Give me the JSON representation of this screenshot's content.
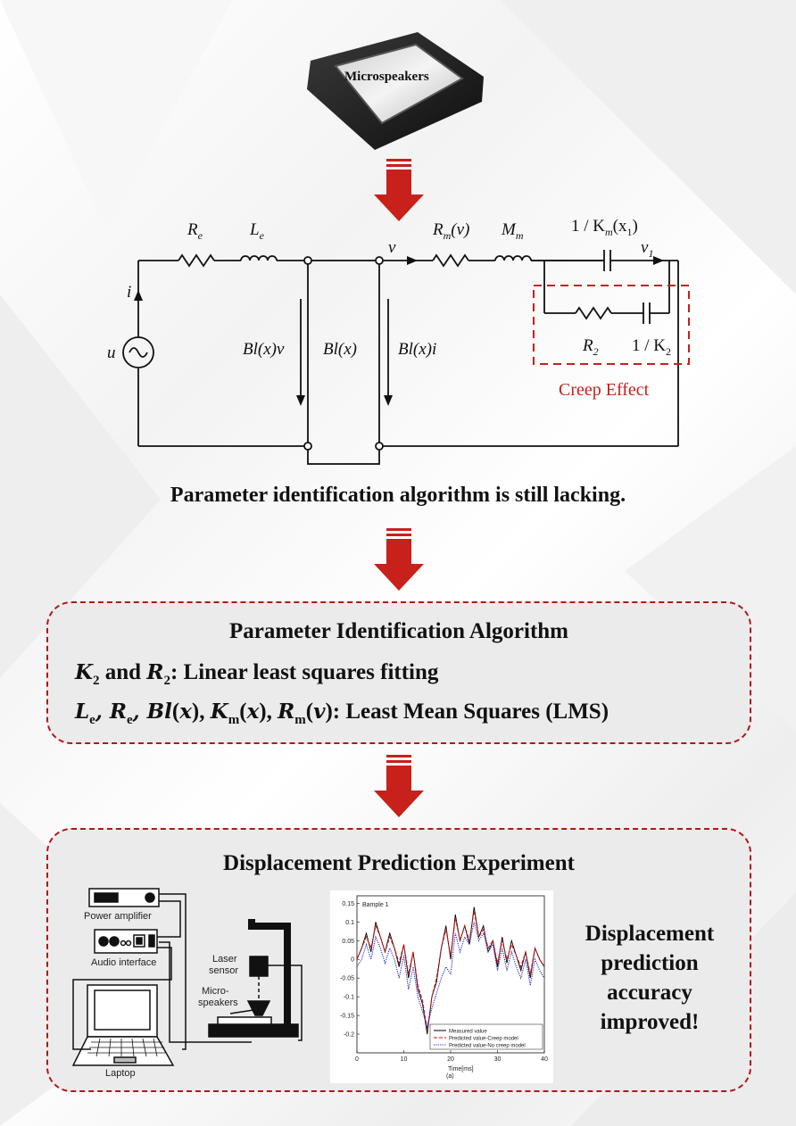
{
  "speaker_label": "Microspeakers",
  "circuit": {
    "labels": {
      "Re": "R",
      "Re_sub": "e",
      "Le": "L",
      "Le_sub": "e",
      "i": "i",
      "u": "u",
      "v": "v",
      "Blxv": "Bl(x)v",
      "Blx": "Bl(x)",
      "Blxi": "Bl(x)i",
      "Rmv": "R",
      "Rmv_sub": "m",
      "Rmv_arg": "(v)",
      "Mm": "M",
      "Mm_sub": "m",
      "Km": "1 / K",
      "Km_sub": "m",
      "Km_arg": "(x",
      "Km_arg_sub": "1",
      "Km_close": ")",
      "v1": "v",
      "v1_sub": "1",
      "R2": "R",
      "R2_sub": "2",
      "K2": "1 / K",
      "K2_sub": "2"
    },
    "creep_label": "Creep Effect"
  },
  "caption_lacking": "Parameter identification algorithm is still lacking.",
  "algorithm": {
    "title": "Parameter Identification Algorithm",
    "line1_vars": [
      "K",
      "2",
      "R",
      "2"
    ],
    "line1_and": "and",
    "line1_text": ": Linear least squares fitting",
    "line2_text": ": Least Mean Squares (LMS)"
  },
  "experiment": {
    "title": "Displacement Prediction Experiment",
    "setup_labels": {
      "power_amp": "Power amplifier",
      "audio_if": "Audio interface",
      "laser": "Laser",
      "sensor": "sensor",
      "micro": "Micro-",
      "speakers": "speakers",
      "laptop": "Laptop"
    },
    "result_lines": [
      "Displacement",
      "prediction",
      "accuracy",
      "improved!"
    ]
  },
  "chart_data": {
    "type": "line",
    "title": "Bample 1",
    "xlabel": "Time[ms]",
    "sublabel": "(a)",
    "xlim": [
      0,
      40
    ],
    "ylim": [
      -0.25,
      0.17
    ],
    "xticks": [
      0,
      10,
      20,
      30,
      40
    ],
    "yticks": [
      0.15,
      0.1,
      0.05,
      0,
      -0.05,
      -0.1,
      -0.15,
      -0.2
    ],
    "legend_placement": "bottom-right",
    "x": [
      0,
      1,
      2,
      3,
      4,
      5,
      6,
      7,
      8,
      9,
      10,
      11,
      12,
      13,
      14,
      15,
      16,
      17,
      18,
      19,
      20,
      21,
      22,
      23,
      24,
      25,
      26,
      27,
      28,
      29,
      30,
      31,
      32,
      33,
      34,
      35,
      36,
      37,
      38,
      39,
      40
    ],
    "series": [
      {
        "name": "Measured value",
        "color": "#000000",
        "dash": "solid",
        "values": [
          0.0,
          0.03,
          0.07,
          0.02,
          0.1,
          0.06,
          0.02,
          0.07,
          0.03,
          -0.02,
          0.04,
          -0.05,
          0.02,
          -0.08,
          -0.12,
          -0.2,
          -0.1,
          -0.06,
          0.03,
          0.09,
          0.0,
          0.12,
          0.05,
          0.09,
          0.04,
          0.14,
          0.06,
          0.09,
          0.02,
          0.05,
          -0.02,
          0.06,
          -0.01,
          0.05,
          0.01,
          -0.03,
          0.02,
          -0.05,
          0.03,
          0.0,
          -0.02
        ]
      },
      {
        "name": "Predicted value-Creep model",
        "color": "#d01010",
        "dash": "dashed",
        "values": [
          0.0,
          0.03,
          0.06,
          0.03,
          0.09,
          0.06,
          0.02,
          0.06,
          0.03,
          -0.01,
          0.04,
          -0.04,
          0.02,
          -0.07,
          -0.11,
          -0.19,
          -0.1,
          -0.05,
          0.03,
          0.08,
          0.01,
          0.11,
          0.05,
          0.09,
          0.05,
          0.13,
          0.06,
          0.08,
          0.03,
          0.05,
          -0.01,
          0.05,
          0.0,
          0.04,
          0.01,
          -0.02,
          0.02,
          -0.04,
          0.03,
          0.0,
          -0.02
        ]
      },
      {
        "name": "Predicted value-No creep model",
        "color": "#2030c0",
        "dash": "dotted",
        "values": [
          -0.02,
          0.0,
          0.04,
          0.0,
          0.06,
          0.03,
          -0.01,
          0.03,
          0.0,
          -0.05,
          0.01,
          -0.08,
          -0.02,
          -0.1,
          -0.14,
          -0.18,
          -0.13,
          -0.09,
          -0.05,
          -0.02,
          -0.04,
          0.07,
          0.02,
          0.06,
          0.04,
          0.1,
          0.05,
          0.07,
          0.02,
          0.04,
          -0.03,
          0.03,
          -0.03,
          0.02,
          -0.02,
          -0.05,
          0.0,
          -0.07,
          0.0,
          -0.03,
          -0.05
        ]
      }
    ]
  }
}
